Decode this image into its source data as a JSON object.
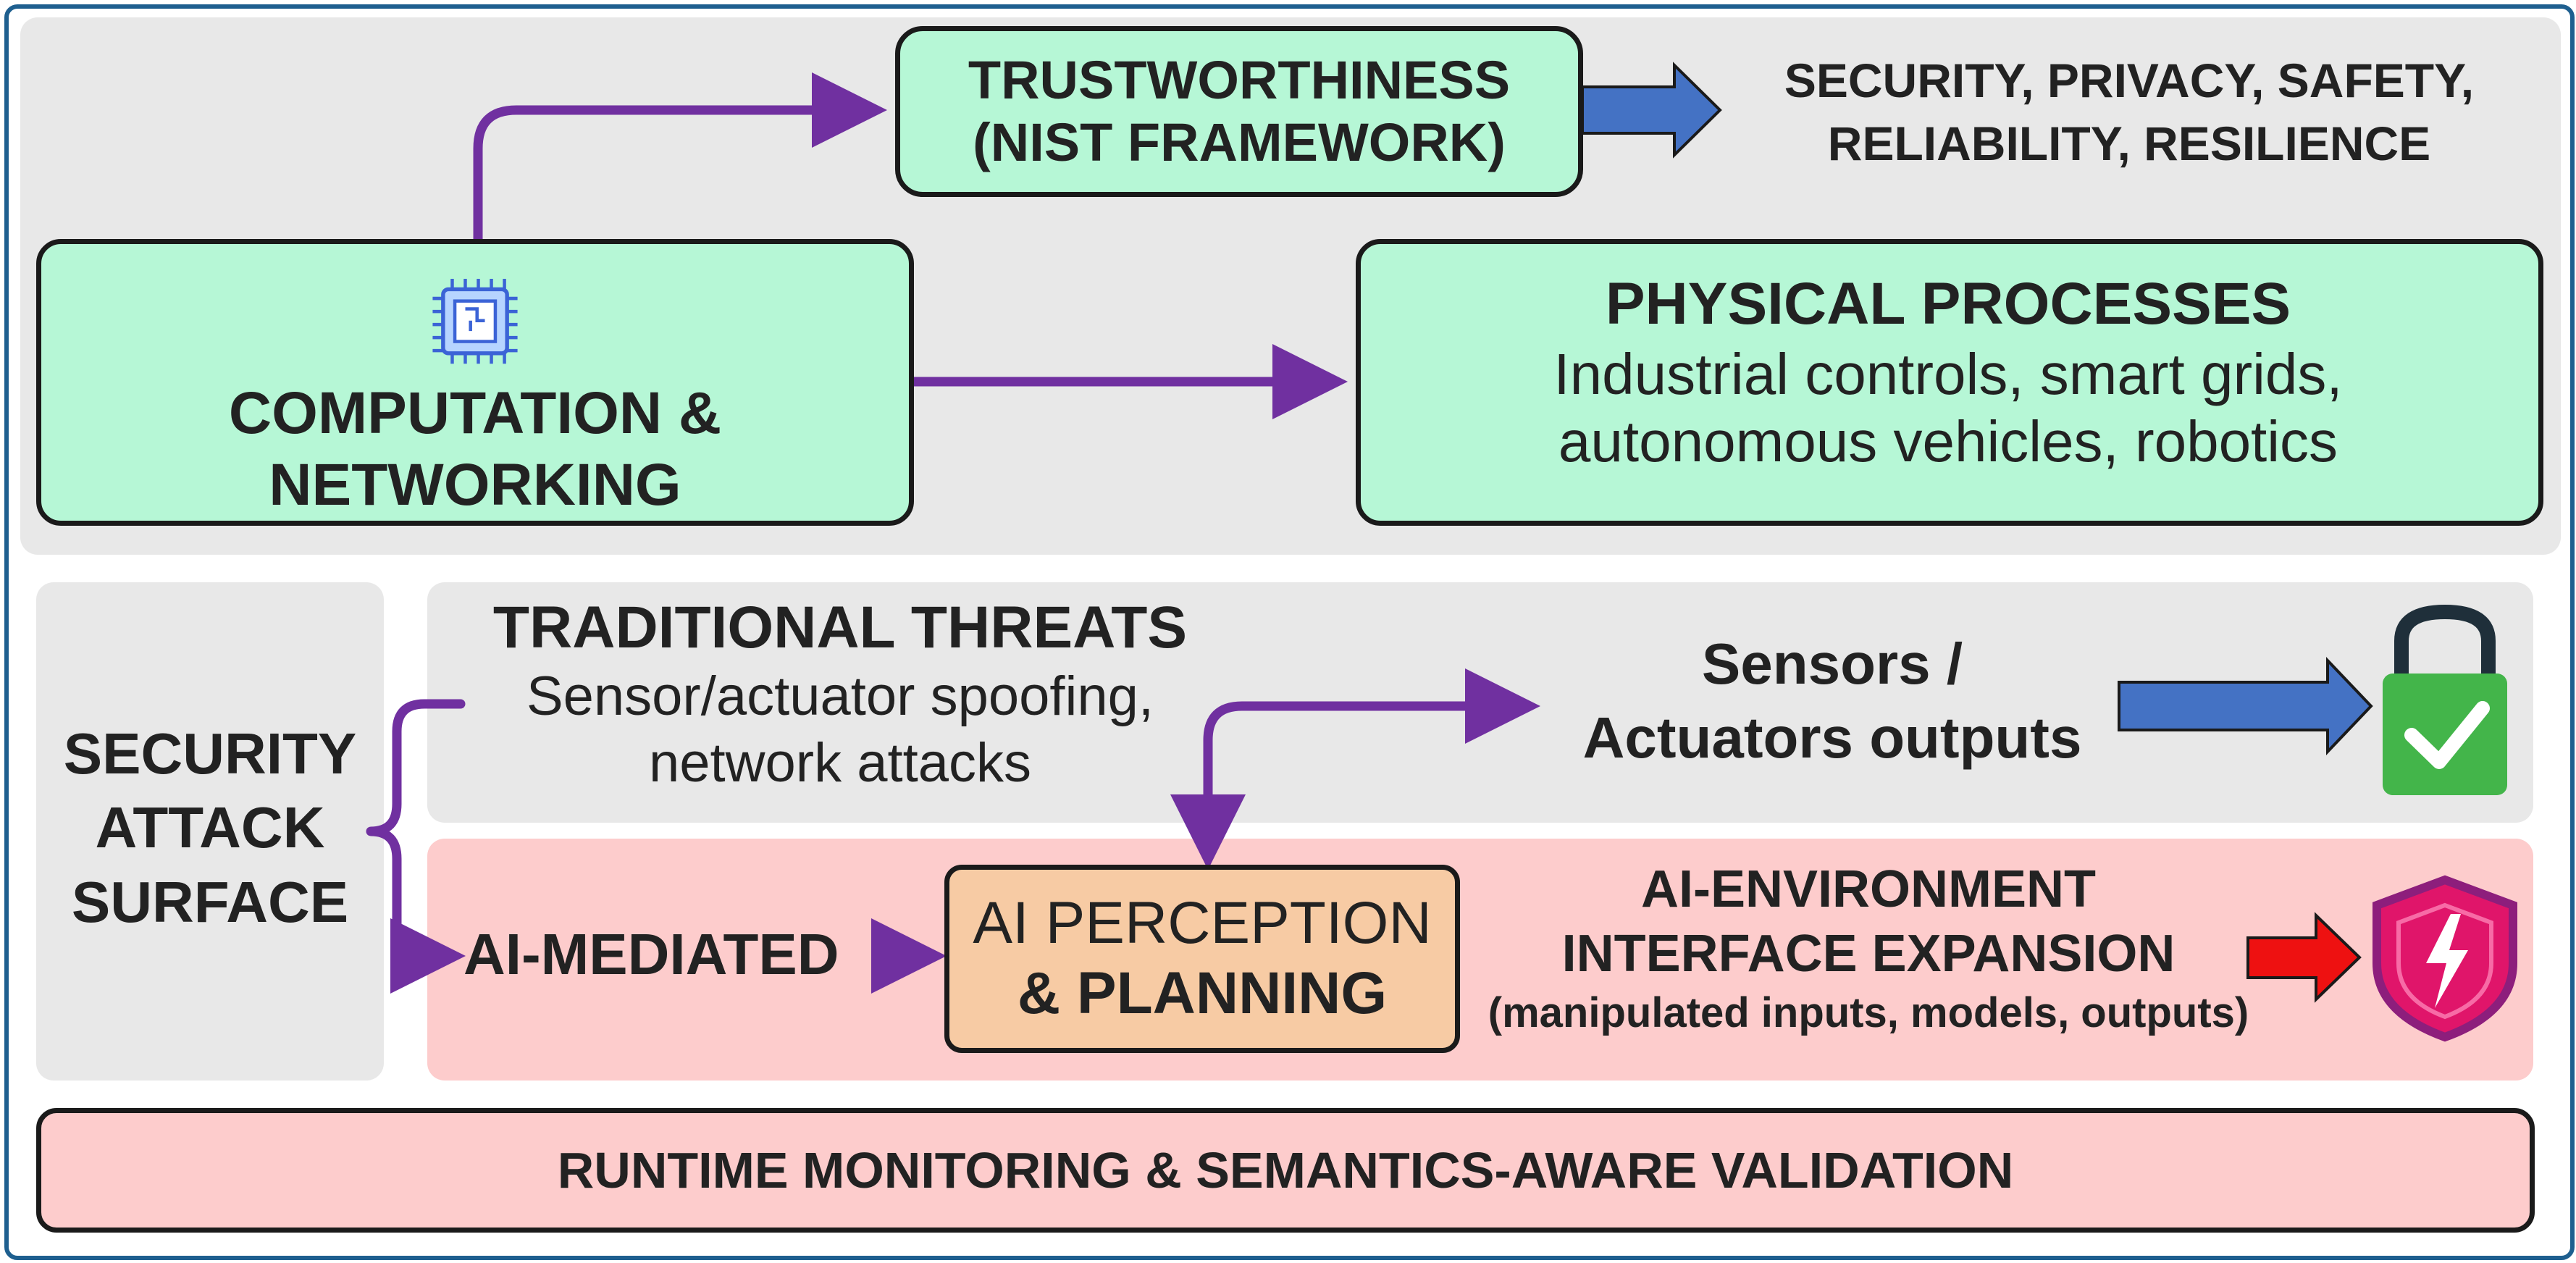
{
  "colors": {
    "frame": "#1e5f8f",
    "panel_gray": "#e8e8e8",
    "panel_pink": "#fdcccc",
    "green_box": "#b6f7d6",
    "orange_box": "#f7cba4",
    "purple_arrow": "#7030a0",
    "blue_arrow": "#4472c4",
    "red_arrow": "#ee1111",
    "lock_green": "#43b54a",
    "shield_pink": "#e0156a"
  },
  "trust": {
    "line1": "TRUSTWORTHINESS",
    "line2": "(NIST FRAMEWORK)"
  },
  "trust_outputs": {
    "line1": "SECURITY, PRIVACY, SAFETY,",
    "line2": "RELIABILITY, RESILIENCE"
  },
  "computation": {
    "icon": "cpu-chip-icon",
    "line1": "COMPUTATION &",
    "line2": "NETWORKING"
  },
  "physical": {
    "title": "PHYSICAL PROCESSES",
    "line1": "Industrial controls, smart grids,",
    "line2": "autonomous vehicles, robotics",
    "icons": [
      "factory-icon",
      "power-plant-icon",
      "transmission-tower-icon",
      "robot-arm-icon"
    ]
  },
  "attack_surface": {
    "line1": "SECURITY",
    "line2": "ATTACK",
    "line3": "SURFACE"
  },
  "traditional": {
    "title": "TRADITIONAL THREATS",
    "line1": "Sensor/actuator spoofing,",
    "line2": "network attacks"
  },
  "sensors": {
    "line1": "Sensors /",
    "line2": "Actuators outputs",
    "icon": "lock-check-icon"
  },
  "ai_mediated": {
    "label": "AI-MEDIATED"
  },
  "ai_perception": {
    "line1": "AI PERCEPTION",
    "line2": "& PLANNING"
  },
  "ai_interface": {
    "line1": "AI-ENVIRONMENT",
    "line2": "INTERFACE EXPANSION",
    "line3": "(manipulated inputs, models, outputs)",
    "icon": "shield-alert-icon"
  },
  "runtime": {
    "label": "RUNTIME MONITORING & SEMANTICS-AWARE VALIDATION"
  }
}
